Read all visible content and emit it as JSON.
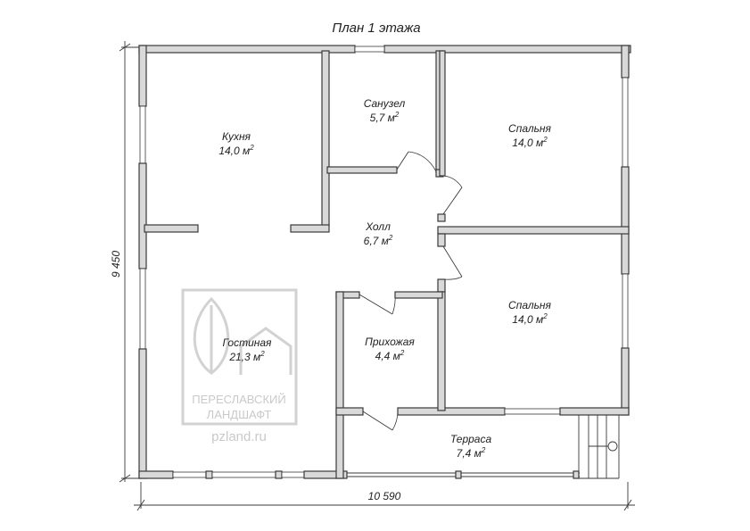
{
  "title": "План 1 этажа",
  "rooms": [
    {
      "name": "Кухня",
      "area": "14,0 м",
      "sup": "2"
    },
    {
      "name": "Санузел",
      "area": "5,7 м",
      "sup": "2"
    },
    {
      "name": "Спальня",
      "area": "14,0 м",
      "sup": "2"
    },
    {
      "name": "Холл",
      "area": "6,7 м",
      "sup": "2"
    },
    {
      "name": "Спальня",
      "area": "14,0 м",
      "sup": "2"
    },
    {
      "name": "Гостиная",
      "area": "21,3 м",
      "sup": "2"
    },
    {
      "name": "Прихожая",
      "area": "4,4 м",
      "sup": "2"
    },
    {
      "name": "Терраса",
      "area": "7,4 м",
      "sup": "2"
    }
  ],
  "dimensions": {
    "width": "10 590",
    "height": "9 450"
  },
  "watermark": {
    "line1": "ПЕРЕСЛАВСКИЙ",
    "line2": "ЛАНДШАФТ",
    "url": "pzland.ru"
  }
}
